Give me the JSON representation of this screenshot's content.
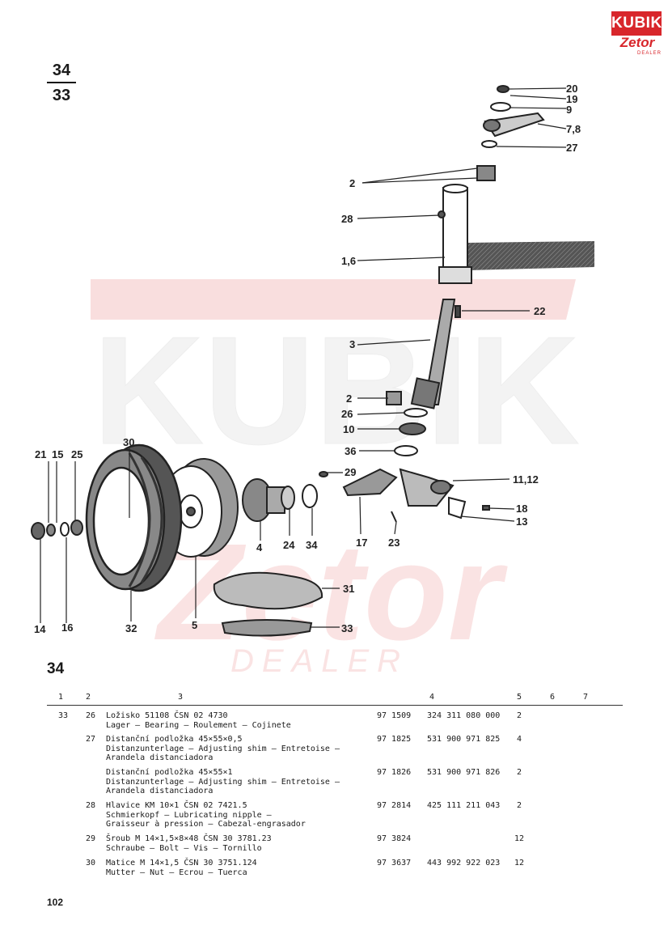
{
  "logo": {
    "brand": "KUBIK",
    "sub_brand": "Zetor",
    "tag": "DEALER"
  },
  "watermark": {
    "brand": "KUBIK",
    "sub_brand": "Zetor",
    "tag": "DEALER"
  },
  "figure": {
    "numerator": "34",
    "denominator": "33"
  },
  "callouts": [
    {
      "id": "c20",
      "text": "20"
    },
    {
      "id": "c19",
      "text": "19"
    },
    {
      "id": "c9",
      "text": "9"
    },
    {
      "id": "c78",
      "text": "7,8"
    },
    {
      "id": "c27",
      "text": "27"
    },
    {
      "id": "c2a",
      "text": "2"
    },
    {
      "id": "c28",
      "text": "28"
    },
    {
      "id": "c16a",
      "text": "1,6"
    },
    {
      "id": "c22",
      "text": "22"
    },
    {
      "id": "c3",
      "text": "3"
    },
    {
      "id": "c2b",
      "text": "2"
    },
    {
      "id": "c26",
      "text": "26"
    },
    {
      "id": "c10",
      "text": "10"
    },
    {
      "id": "c36",
      "text": "36"
    },
    {
      "id": "c30",
      "text": "30"
    },
    {
      "id": "c21",
      "text": "21"
    },
    {
      "id": "c15",
      "text": "15"
    },
    {
      "id": "c25",
      "text": "25"
    },
    {
      "id": "c29",
      "text": "29"
    },
    {
      "id": "c1112",
      "text": "11,12"
    },
    {
      "id": "c18",
      "text": "18"
    },
    {
      "id": "c13",
      "text": "13"
    },
    {
      "id": "c4",
      "text": "4"
    },
    {
      "id": "c24",
      "text": "24"
    },
    {
      "id": "c34",
      "text": "34"
    },
    {
      "id": "c17",
      "text": "17"
    },
    {
      "id": "c23",
      "text": "23"
    },
    {
      "id": "c14",
      "text": "14"
    },
    {
      "id": "c16",
      "text": "16"
    },
    {
      "id": "c32",
      "text": "32"
    },
    {
      "id": "c5",
      "text": "5"
    },
    {
      "id": "c31",
      "text": "31"
    },
    {
      "id": "c33",
      "text": "33"
    }
  ],
  "section": {
    "title": "34"
  },
  "table": {
    "headers": [
      "1",
      "2",
      "3",
      "4",
      "5",
      "6",
      "7"
    ],
    "rows": [
      {
        "c1": "33",
        "c2": "26",
        "desc": "Ložisko 51108 ČSN 02 4730\nLager — Bearing — Roulement — Cojinete",
        "code1": "97 1509",
        "code2": "324 311 080 000",
        "qty": "2"
      },
      {
        "c1": "",
        "c2": "27",
        "desc": "Distanční podložka 45×55×0,5\nDistanzunterlage — Adjusting shim — Entretoise —\nArandela distanciadora",
        "code1": "97 1825",
        "code2": "531 900 971 825",
        "qty": "4"
      },
      {
        "c1": "",
        "c2": "",
        "desc": "Distanční podložka 45×55×1\nDistanzunterlage — Adjusting shim — Entretoise —\nArandela distanciadora",
        "code1": "97 1826",
        "code2": "531 900 971 826",
        "qty": "2"
      },
      {
        "c1": "",
        "c2": "28",
        "desc": "Hlavice KM 10×1 ČSN 02 7421.5\nSchmierkopf — Lubricating nipple —\nGraisseur à pression — Cabezal-engrasador",
        "code1": "97 2814",
        "code2": "425 111 211 043",
        "qty": "2"
      },
      {
        "c1": "",
        "c2": "29",
        "desc": "Šroub M 14×1,5×8×48 ČSN 30 3781.23\nSchraube — Bolt — Vis — Tornillo",
        "code1": "97 3824",
        "code2": "",
        "qty": "12"
      },
      {
        "c1": "",
        "c2": "30",
        "desc": "Matice M 14×1,5 ČSN 30 3751.124\nMutter — Nut — Ecrou — Tuerca",
        "code1": "97 3637",
        "code2": "443 992 922 023",
        "qty": "12"
      }
    ]
  },
  "page_number": "102",
  "colors": {
    "brand_red": "#d8262b",
    "watermark": "#f7d6d6",
    "ink": "#1a1a1a"
  }
}
